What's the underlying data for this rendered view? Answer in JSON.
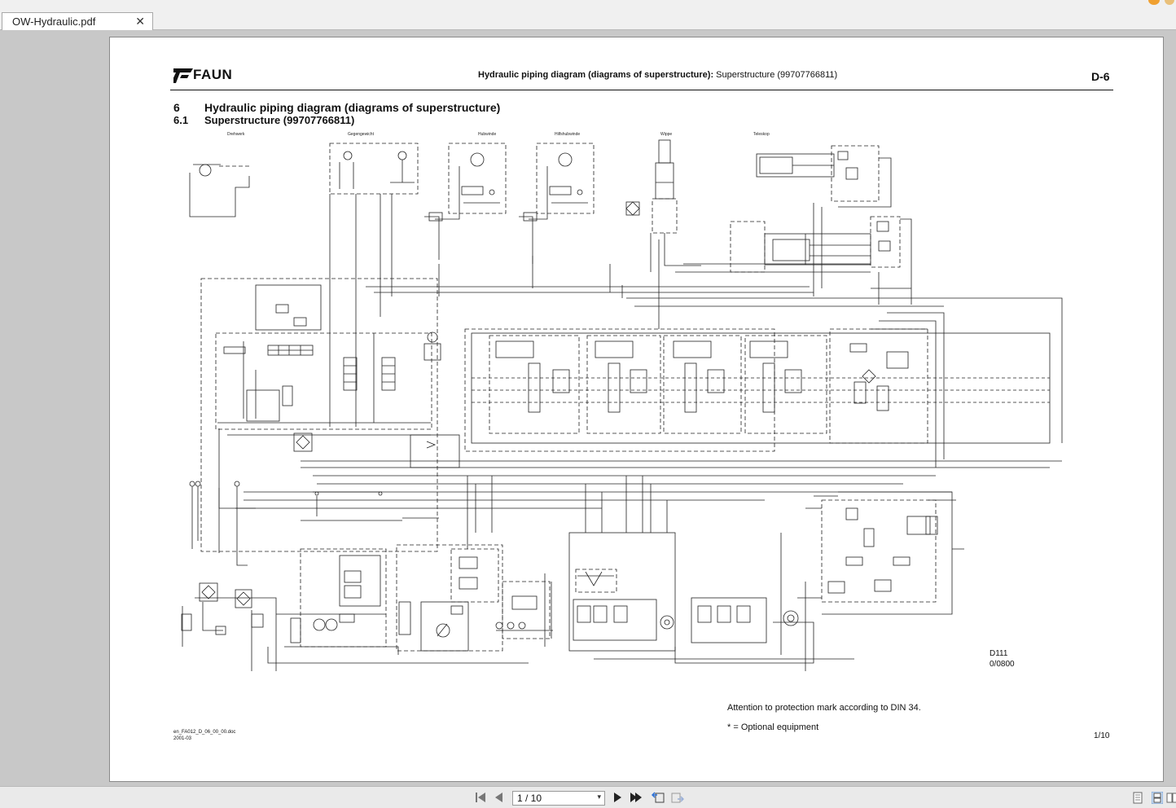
{
  "tab": {
    "title": "OW-Hydraulic.pdf",
    "close": "✕"
  },
  "page": {
    "brand": "FAUN",
    "header_title_bold": "Hydraulic piping diagram (diagrams of superstructure):",
    "header_title_rest": " Superstructure (99707766811)",
    "header_code": "D-6",
    "section_number": "6",
    "section_title": "Hydraulic piping diagram (diagrams of superstructure)",
    "subsection_number": "6.1",
    "subsection_title": "Superstructure (99707766811)",
    "diagram_labels": [
      "Drehwerk",
      "Gegengewicht",
      "Hubwinde",
      "Hilfshubwinde",
      "Wippe",
      "Teleskop"
    ],
    "drawing_id": "D111",
    "drawing_rev": "0/0800",
    "note_protection": "Attention to protection mark according to DIN 34.",
    "note_optional": "* = Optional equipment",
    "footer_file": "en_FA012_D_06_00_00.doc",
    "footer_date": "2001-03",
    "page_number": "1/10"
  },
  "toolbar": {
    "page_indicator": "1 / 10",
    "dropdown_arrow": "▾"
  },
  "colors": {
    "accent_orange": "#f0a030"
  }
}
